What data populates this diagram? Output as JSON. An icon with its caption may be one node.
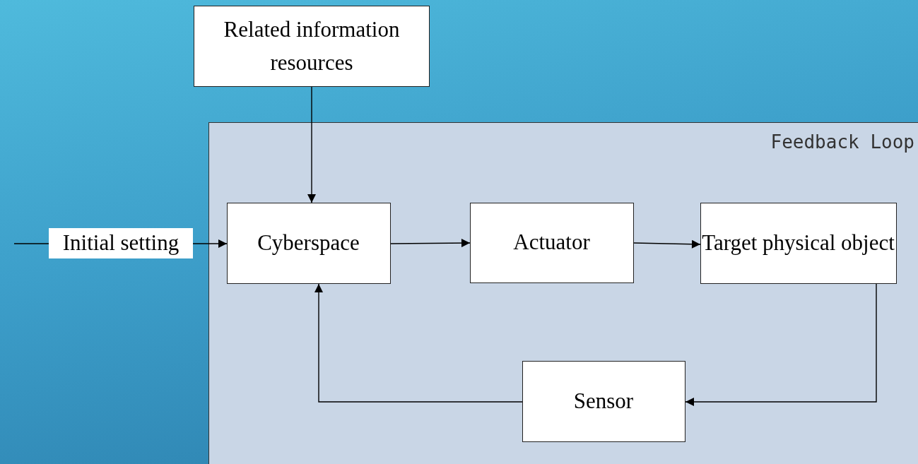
{
  "diagram": {
    "nodes": [
      {
        "text": [
          "Related information resources"
        ]
      },
      {
        "text": [
          "Feedback Loop"
        ]
      },
      {
        "text": [
          "Initial setting"
        ]
      },
      {
        "text": [
          "Cyberspace"
        ],
        "in": 1
      },
      {
        "text": [
          "Actuator"
        ],
        "in": 1
      },
      {
        "text": [
          "Target physical object"
        ],
        "in": 1
      },
      {
        "text": [
          "Sensor"
        ],
        "in": 1
      }
    ],
    "edges": [
      {
        "from": 0,
        "to": 3,
        "arrow": "to"
      },
      {
        "from": null,
        "to": 2,
        "arrow": "none"
      },
      {
        "from": 2,
        "to": 3,
        "arrow": "to"
      },
      {
        "from": 3,
        "to": 4,
        "arrow": "to"
      },
      {
        "from": 4,
        "to": 5,
        "arrow": "to"
      },
      {
        "from": 5,
        "to": 6,
        "arrow": "to"
      },
      {
        "from": 6,
        "to": 3,
        "arrow": "to"
      }
    ]
  }
}
